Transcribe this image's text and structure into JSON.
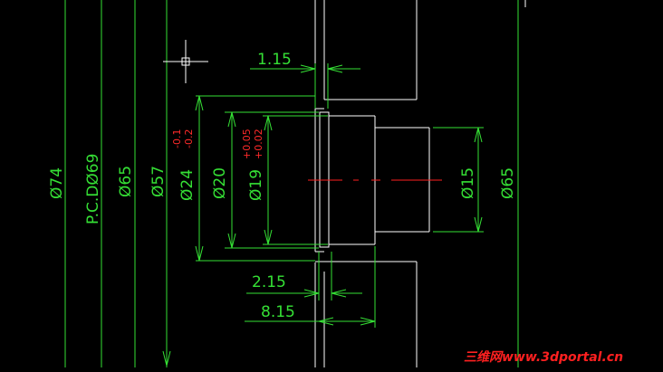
{
  "colors": {
    "background": "#000000",
    "geometry": "#ffffff",
    "dimension": "#35e035",
    "center_line": "#ff2020",
    "tolerance": "#ff2a2a"
  },
  "dimensions": {
    "d74": "Ø74",
    "pcd69": "P.C.DØ69",
    "d65_left": "Ø65",
    "d57": "Ø57",
    "d24": "Ø24",
    "d24_tol_upper": "-0.1",
    "d24_tol_lower": "-0.2",
    "d20": "Ø20",
    "d19": "Ø19",
    "d19_tol_upper": "+0.05",
    "d19_tol_lower": "+0.02",
    "d15": "Ø15",
    "d65_right": "Ø65",
    "len_115": "1.15",
    "len_215": "2.15",
    "len_815": "8.15"
  },
  "watermark": "三维网www.3dportal.cn",
  "cursor_icon": "crosshair-cursor-icon"
}
